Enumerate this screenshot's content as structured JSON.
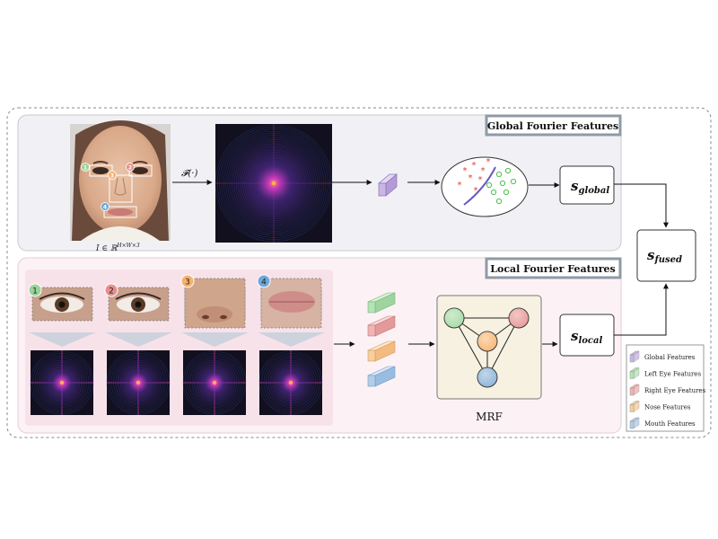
{
  "global_panel": {
    "title": "Global Fourier Features"
  },
  "local_panel": {
    "title": "Local Fourier Features"
  },
  "input": {
    "math_label": "I ∈ ℝ^{H×W×3}",
    "base": "I ∈ ℝ",
    "sup": "H×W×3"
  },
  "fourier_op": {
    "label": "𝓕(·)"
  },
  "scores": {
    "global": {
      "base": "s",
      "sub": "global"
    },
    "local": {
      "base": "s",
      "sub": "local"
    },
    "fused": {
      "base": "s",
      "sub": "fused"
    }
  },
  "face_regions": [
    {
      "num": "1",
      "color": "#9bd39b"
    },
    {
      "num": "2",
      "color": "#e58f8f"
    },
    {
      "num": "3",
      "color": "#f5b26b"
    },
    {
      "num": "4",
      "color": "#6fa8dc"
    }
  ],
  "local_crops": [
    {
      "num": "1",
      "color": "#9bd39b",
      "kind": "eye"
    },
    {
      "num": "2",
      "color": "#e58f8f",
      "kind": "eye"
    },
    {
      "num": "3",
      "color": "#f5b26b",
      "kind": "nose"
    },
    {
      "num": "4",
      "color": "#6fa8dc",
      "kind": "mouth"
    }
  ],
  "mrf": {
    "label": "MRF",
    "node_colors": [
      "#a8dba8",
      "#e89a9a",
      "#f7b877",
      "#8fb5d9"
    ]
  },
  "legend": {
    "items": [
      {
        "label": "Global Features",
        "color": "#c9b6e4"
      },
      {
        "label": "Left Eye Features",
        "color": "#b7e2b7"
      },
      {
        "label": "Right Eye Features",
        "color": "#efb4b4"
      },
      {
        "label": "Nose Features",
        "color": "#f6cfa1"
      },
      {
        "label": "Mouth Features",
        "color": "#b4cde6"
      }
    ]
  },
  "colors": {
    "global_bg": "#f1f1f5",
    "local_bg": "#fcf2f6",
    "title_border": "#8f9aa6",
    "spectrum_bg": "#12101e"
  }
}
